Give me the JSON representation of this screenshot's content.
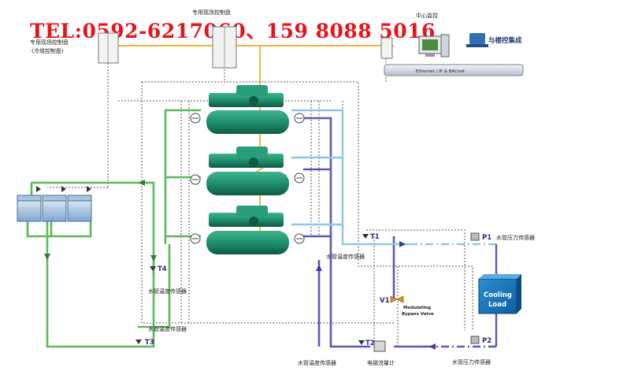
{
  "watermark_tel": "TEL:0592-6217060、159 8088 5016",
  "panels": {
    "chiller_panel_label": [
      "专用现场控制盘",
      "(冷增控制盘)"
    ],
    "main_panel_label": "专用现场控制盘",
    "workstation_label": "中心监控",
    "integration_label": "与楼控集成"
  },
  "network_bar": "Ethernet / IP & BACnet",
  "sensors": {
    "t1": "T1",
    "t2": "T2",
    "t3": "T3",
    "t4": "T4",
    "p1": "P1",
    "p2": "P2",
    "v1": "V1"
  },
  "labels": {
    "temp_sensor_t1": "水管温度传感器",
    "temp_sensor_t4": "水管温度传感器",
    "temp_sensor_t3": "水管温度传感器",
    "temp_sensor_t2": "水管温度传感器",
    "pressure_sensor_p1": "水管压力传感器",
    "pressure_sensor_p2": "水管压力传感器",
    "flow_meter": "电磁流量计",
    "bypass_valve": [
      "Modulating",
      "Bypass Valve"
    ],
    "cooling_load": [
      "Cooling",
      "Load"
    ]
  },
  "colors": {
    "tel": "#e8141c",
    "green_pipe": "#5db85a",
    "blue_pipe": "#5a58b8",
    "light_blue_pipe": "#8fc6e6",
    "signal": "#f2b63a",
    "chiller": "#1f8f6e"
  }
}
